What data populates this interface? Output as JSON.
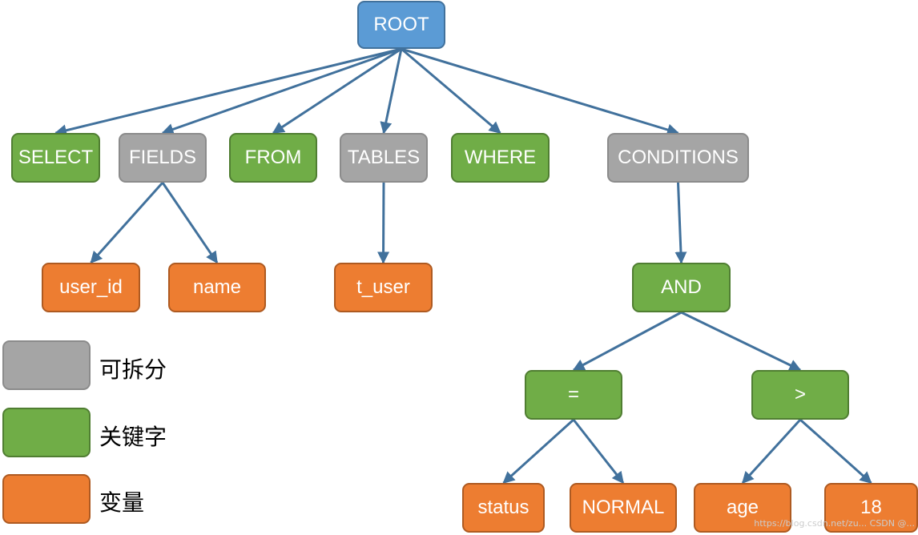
{
  "colors": {
    "splittable": "#a5a5a5",
    "keyword": "#70ad47",
    "variable": "#ed7d31",
    "root": "#5b9bd5",
    "edge": "#41719c"
  },
  "nodes": {
    "root": "ROOT",
    "select": "SELECT",
    "fields": "FIELDS",
    "from": "FROM",
    "tables": "TABLES",
    "where": "WHERE",
    "conditions": "CONDITIONS",
    "user_id": "user_id",
    "name": "name",
    "t_user": "t_user",
    "and": "AND",
    "eq": "=",
    "gt": ">",
    "status": "status",
    "normal": "NORMAL",
    "age": "age",
    "eighteen": "18"
  },
  "edges": [
    [
      "root",
      "select"
    ],
    [
      "root",
      "fields"
    ],
    [
      "root",
      "from"
    ],
    [
      "root",
      "tables"
    ],
    [
      "root",
      "where"
    ],
    [
      "root",
      "conditions"
    ],
    [
      "fields",
      "user_id"
    ],
    [
      "fields",
      "name"
    ],
    [
      "tables",
      "t_user"
    ],
    [
      "conditions",
      "and"
    ],
    [
      "and",
      "eq"
    ],
    [
      "and",
      "gt"
    ],
    [
      "eq",
      "status"
    ],
    [
      "eq",
      "normal"
    ],
    [
      "gt",
      "age"
    ],
    [
      "gt",
      "eighteen"
    ]
  ],
  "legend": {
    "splittable": "可拆分",
    "keyword": "关键字",
    "variable": "变量"
  },
  "watermark": "https://blog.csdn.net/zu... CSDN @... "
}
